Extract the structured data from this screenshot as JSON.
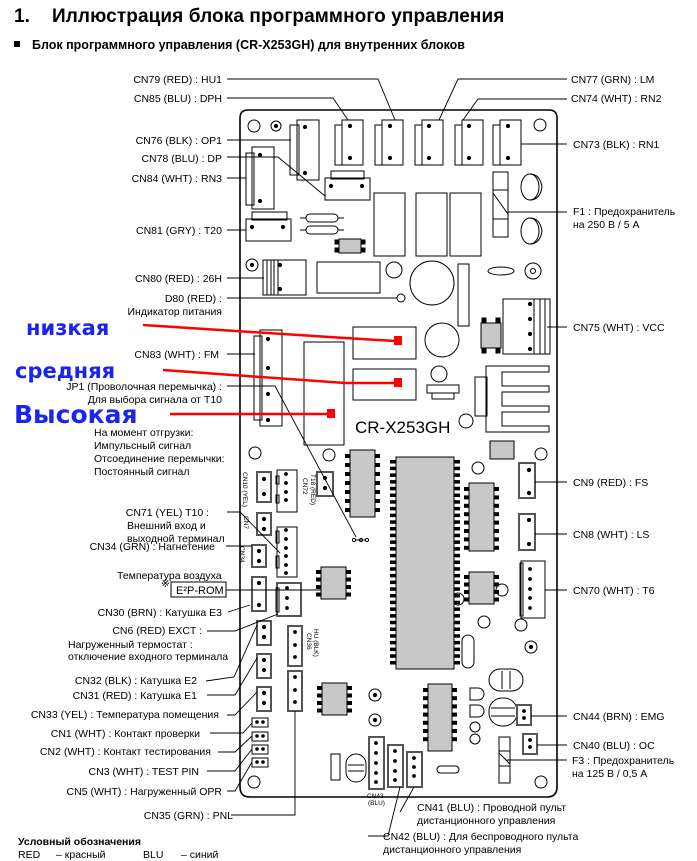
{
  "header": {
    "section_number": "1.",
    "title": "Иллюстрация блока программного управления",
    "subtitle": "Блок программного управления (CR-X253GH) для внутренних блоков"
  },
  "board": {
    "model": "CR-X253GH",
    "eeprom_label": "E²P-ROM",
    "eeprom_mark": "※",
    "silkscreen": {
      "cn10": "CN10 (YEL)",
      "t18": "T18 (RED)",
      "cn72": "CN72",
      "cn7": "CN7",
      "cn34": "CN34",
      "hu": "HU (BLK)",
      "cn36": "CN36",
      "cn43": "CN43",
      "cn43_color": "(BLU)"
    }
  },
  "fan_speed_overlay": {
    "color_text": "#1a24f0",
    "color_line": "#ff0000",
    "low": "низкая",
    "medium": "средняя",
    "high": "Высокая"
  },
  "labels_left": {
    "cn79": "CN79 (RED) : HU1",
    "cn85": "CN85 (BLU) : DPH",
    "cn76": "CN76 (BLK) : OP1",
    "cn78": "CN78 (BLU) : DP",
    "cn84": "CN84 (WHT) : RN3",
    "cn81": "CN81 (GRY) : T20",
    "cn80": "CN80 (RED) : 26H",
    "d80_1": "D80 (RED) :",
    "d80_2": "Индикатор питания",
    "cn83": "CN83 (WHT) : FM",
    "jp1_1": "JP1 (Проволочная перемычка) :",
    "jp1_2": "Для выбора сигнала от T10",
    "ship_1": "На момент отгрузки:",
    "ship_2": "Импульсный сигнал",
    "ship_3": "Отсоединение перемычки:",
    "ship_4": "Постоянный сигнал",
    "cn71_1": "CN71 (YEL) T10 :",
    "cn71_2": "Внешний вход и",
    "cn71_3": "выходной терминал",
    "cn34": "CN34 (GRN) : Нагнетение",
    "cn34_2": "Температура воздуха",
    "cn30": "CN30 (BRN) : Катушка E3",
    "cn6_1": "CN6 (RED) EXCT :",
    "cn6_2": "Нагруженный термостат :",
    "cn6_3": "отключение входного терминала",
    "cn32": "CN32 (BLK) : Катушка E2",
    "cn31": "CN31 (RED) : Катушка E1",
    "cn33": "CN33 (YEL) : Температура помещения",
    "cn1": "CN1 (WHT) : Контакт проверки",
    "cn2": "CN2 (WHT) : Контакт тестирования",
    "cn3": "CN3 (WHT) : TEST PIN",
    "cn5": "CN5 (WHT) : Нагруженный OPR",
    "cn35": "CN35 (GRN) : PNL"
  },
  "labels_right": {
    "cn77": "CN77 (GRN) : LM",
    "cn74": "CN74 (WHT) : RN2",
    "cn73": "CN73 (BLK) : RN1",
    "f1_1": "F1 : Предохранитель",
    "f1_2": "на 250 В / 5 А",
    "cn75": "CN75 (WHT) : VCC",
    "cn9": "CN9 (RED) : FS",
    "cn8": "CN8 (WHT) : LS",
    "cn70": "CN70 (WHT) : T6",
    "cn44": "CN44 (BRN) : EMG",
    "cn40": "CN40 (BLU) : OC",
    "f3_1": "F3 : Предохранитель",
    "f3_2": "на 125 В / 0,5 А"
  },
  "labels_bottom": {
    "cn41_1": "CN41 (BLU) : Проводной пульт",
    "cn41_2": "дистанционного управления",
    "cn42_1": "CN42 (BLU) : Для беспроводного пульта",
    "cn42_2": "дистанционного управления"
  },
  "legend": {
    "title": "Условный обозначения",
    "items": [
      {
        "code": "RED",
        "meaning": "– красный"
      },
      {
        "code": "BLU",
        "meaning": "– синий"
      }
    ]
  }
}
